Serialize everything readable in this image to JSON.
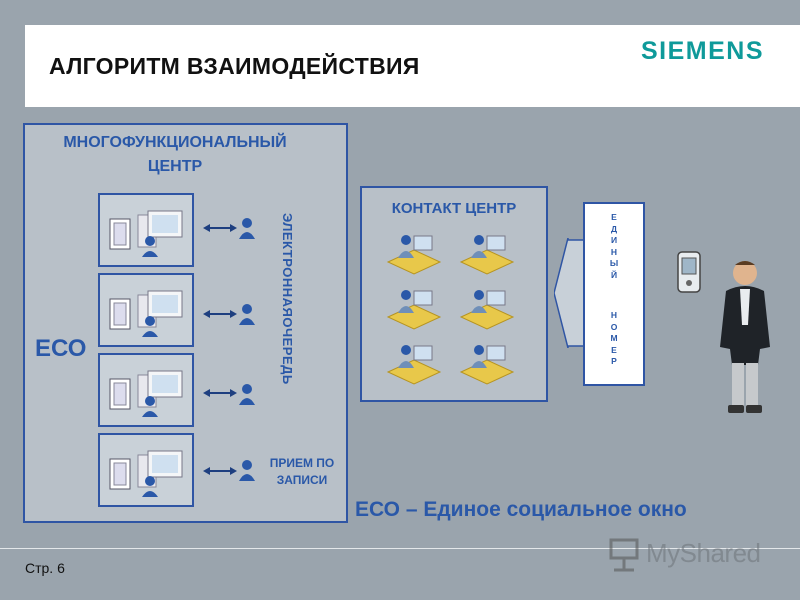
{
  "header": {
    "title": "АЛГОРИТМ ВЗАИМОДЕЙСТВИЯ",
    "logo": "SIEMENS",
    "logo_color": "#0f9a9a"
  },
  "mfc": {
    "title_line1": "МНОГОФУНКЦИОНАЛЬНЫЙ",
    "title_line2": "ЦЕНТР",
    "eco": "ЕСО",
    "queue_label": "ЭЛЕКТРОННАЯОЧЕРЕДЬ",
    "appointment_line1": "ПРИЕМ ПО",
    "appointment_line2": "ЗАПИСИ",
    "workstation_count": 4
  },
  "contact_center": {
    "title": "КОНТАКТ ЦЕНТР",
    "agent_count": 6
  },
  "single_number": {
    "word1": [
      "Е",
      "Д",
      "И",
      "Н",
      "Ы",
      "Й"
    ],
    "word2": [
      "Н",
      "О",
      "М",
      "Е",
      "Р"
    ]
  },
  "legend": "ЕСО – Единое социальное окно",
  "footer": {
    "page": "Стр. 6"
  },
  "watermark": "MyShared",
  "colors": {
    "accent_blue": "#2a58a8",
    "box_border": "#2f55a4",
    "background": "#9aa4ad"
  }
}
